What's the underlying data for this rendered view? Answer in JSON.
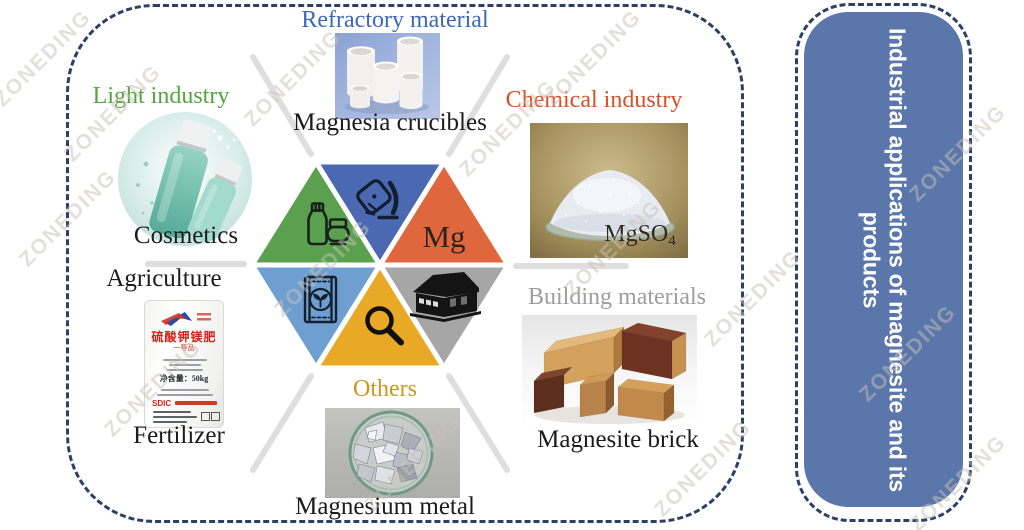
{
  "watermark": {
    "text": "ZONEDING",
    "color": "#c9c3b8"
  },
  "frame": {
    "border_color": "#2c3f66"
  },
  "side_panel": {
    "title": "Industrial applications of magnesite and its products",
    "bg_color": "#5b76ab",
    "text_color": "#ffffff",
    "border_color": "#2c3f66"
  },
  "hexagon": {
    "center_symbol": "Mg",
    "segments": [
      {
        "id": "light-industry",
        "color": "#5ba04f",
        "icon": "cosmetics-bottles-icon"
      },
      {
        "id": "refractory",
        "color": "#4a69b2",
        "icon": "pouring-crucible-icon"
      },
      {
        "id": "chemical",
        "color": "#e0663d",
        "icon": "mg-symbol"
      },
      {
        "id": "agriculture",
        "color": "#6f9fd0",
        "icon": "seed-bag-icon"
      },
      {
        "id": "others",
        "color": "#e9a825",
        "icon": "magnifier-icon"
      },
      {
        "id": "building-materials",
        "color": "#a6a6a6",
        "icon": "factory-icon"
      }
    ]
  },
  "sections": [
    {
      "id": "refractory",
      "label": "Refractory material",
      "label_color": "#3c68ba",
      "product": "Magnesia crucibles"
    },
    {
      "id": "chemical",
      "label": "Chemical industry",
      "label_color": "#d94f28",
      "product_base": "MgSO",
      "product_sub": "4"
    },
    {
      "id": "light-industry",
      "label": "Light industry",
      "label_color": "#55a33f",
      "product": "Cosmetics"
    },
    {
      "id": "agriculture",
      "label": "Agriculture",
      "label_color": "#1c1c1c",
      "product": "Fertilizer"
    },
    {
      "id": "building-materials",
      "label": "Building materials",
      "label_color": "#9d9d9d",
      "product": "Magnesite brick"
    },
    {
      "id": "others",
      "label": "Others",
      "label_color": "#c9991c",
      "product": "Magnesium metal"
    }
  ],
  "fertilizer_bag": {
    "title": "硫酸钾镁肥",
    "grade": "一等品",
    "weight": "净含量：50kg",
    "brand": "SDIC"
  }
}
